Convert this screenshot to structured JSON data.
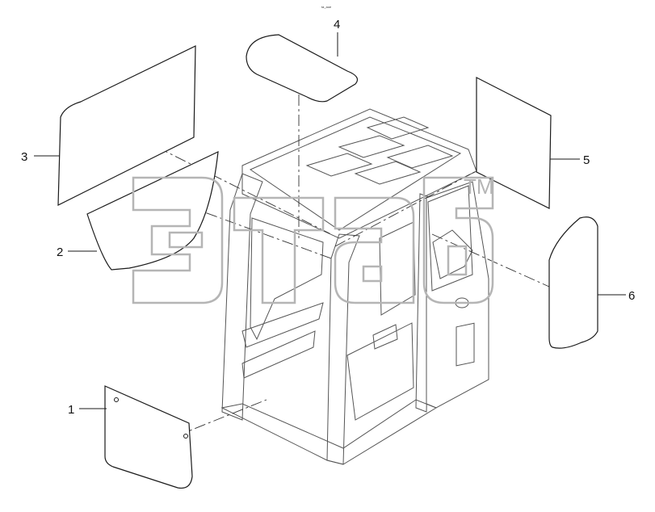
{
  "callouts": [
    {
      "id": "1",
      "text": "1"
    },
    {
      "id": "2",
      "text": "2"
    },
    {
      "id": "3",
      "text": "3"
    },
    {
      "id": "4",
      "text": "4"
    },
    {
      "id": "5",
      "text": "5"
    },
    {
      "id": "6",
      "text": "6"
    }
  ],
  "watermark": {
    "logo": "ЭТаб",
    "trademark": "TM"
  },
  "tiny_mark": "ta_aoe"
}
